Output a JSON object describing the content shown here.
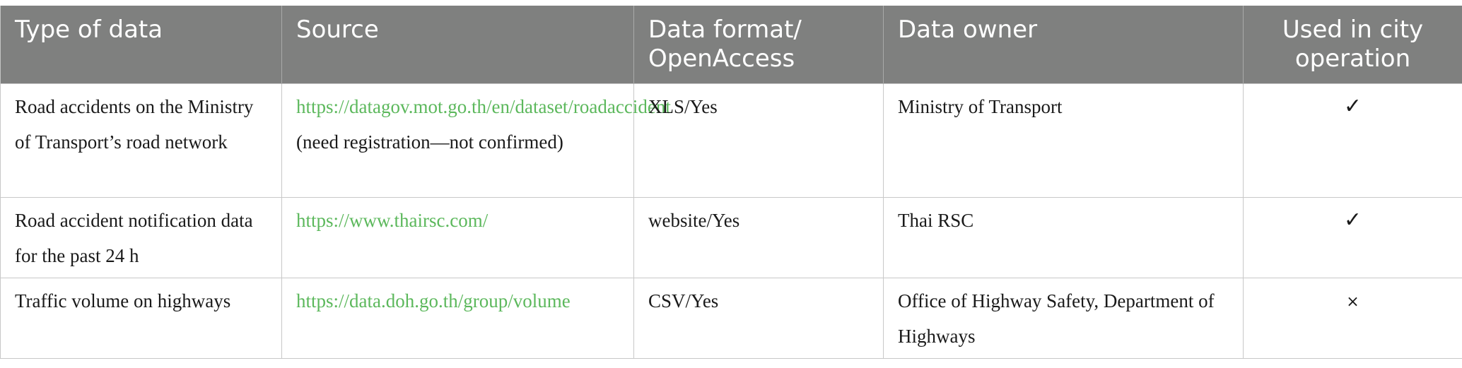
{
  "table": {
    "headers": [
      "Type of data",
      "Source",
      "Data format/ OpenAccess",
      "Data owner",
      "Used in city operation"
    ],
    "rows": [
      {
        "type": "Road accidents on the Ministry of Transport’s road network",
        "source_link": "https://datagov.mot.go.th/en/dataset/roadaccident",
        "source_note": " (need registration—not confirmed)",
        "format": "XLS/Yes",
        "owner": "Ministry of Transport",
        "used": "✓"
      },
      {
        "type": "Road accident notification data for the past 24 h",
        "source_link": "https://www.thairsc.com/",
        "source_note": "",
        "format": "website/Yes",
        "owner": "Thai RSC",
        "used": "✓"
      },
      {
        "type": "Traffic volume on highways",
        "source_link": "https://data.doh.go.th/group/volume",
        "source_note": "",
        "format": "CSV/Yes",
        "owner": "Office of Highway Safety, Department of Highways",
        "used": "×"
      }
    ]
  },
  "colors": {
    "header_bg": "#7f807f",
    "link": "#5cb85c",
    "border": "#c8c8c8"
  }
}
